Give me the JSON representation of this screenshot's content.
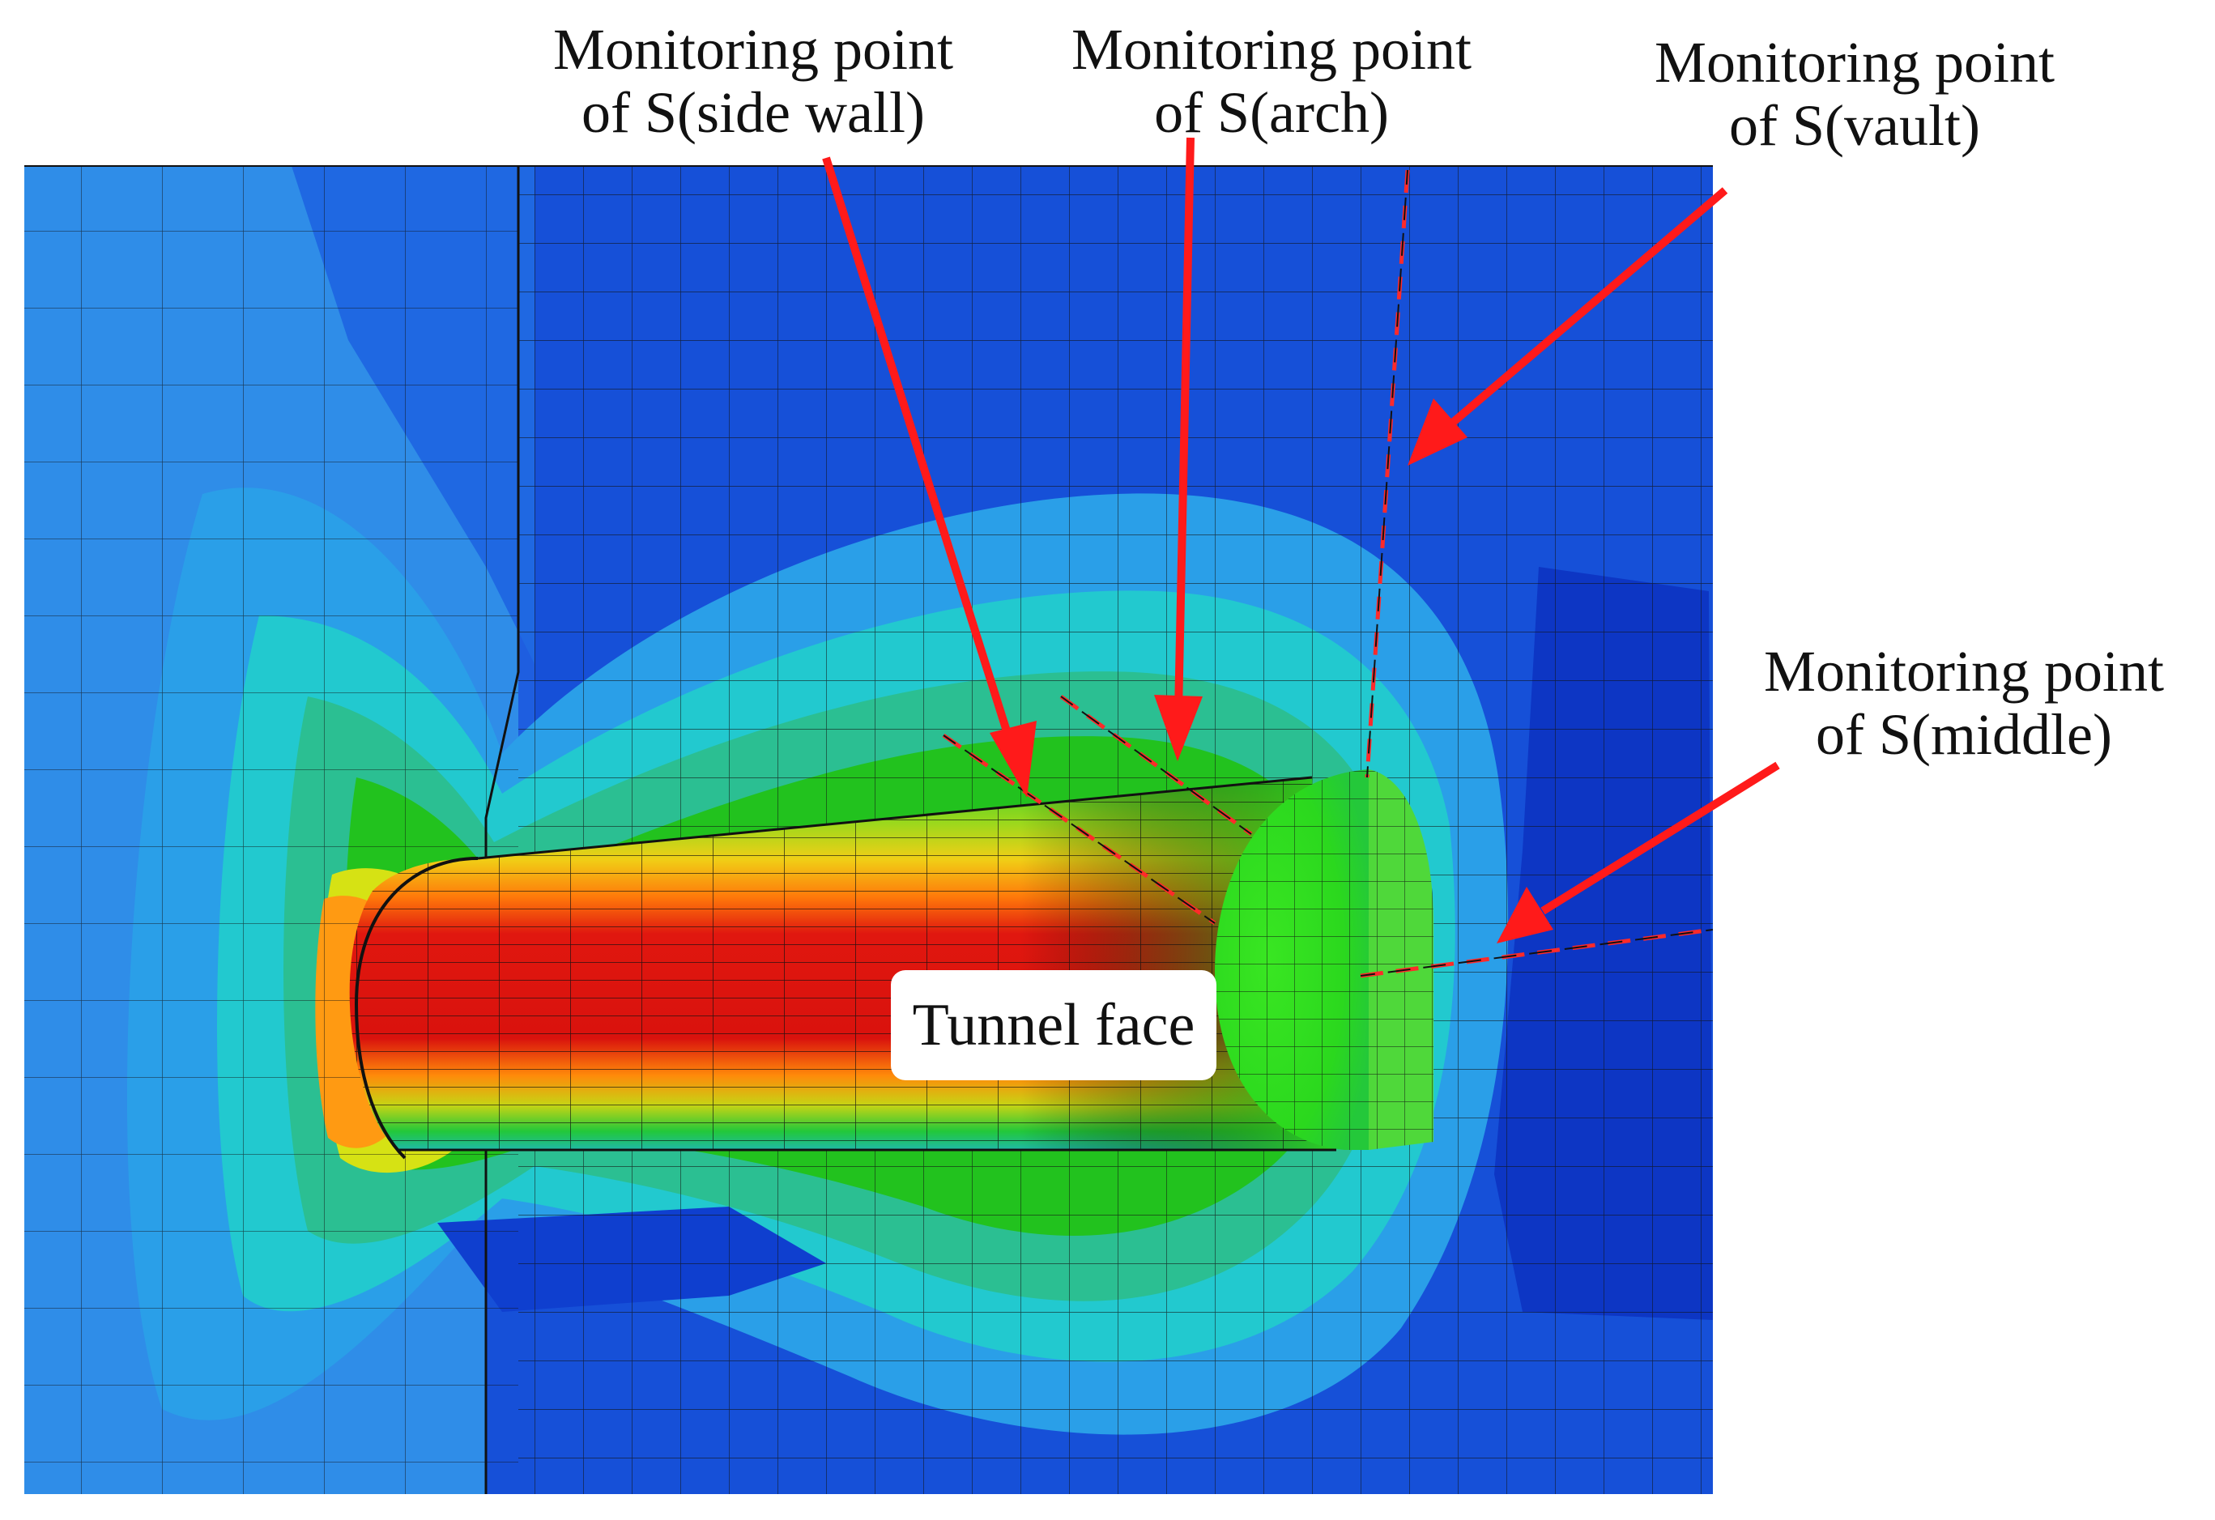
{
  "callouts": {
    "side_wall": {
      "line1": "Monitoring point",
      "line2": "of S(side wall)"
    },
    "arch": {
      "line1": "Monitoring point",
      "line2": "of S(arch)"
    },
    "vault": {
      "line1": "Monitoring point",
      "line2": "of S(vault)"
    },
    "middle": {
      "line1": "Monitoring point",
      "line2": "of S(middle)"
    }
  },
  "tunnel_face_label": "Tunnel face",
  "colors": {
    "arrow": "#ff1a1a",
    "dashed_line_dark": "#111111",
    "dashed_line_red": "#ff2a2a",
    "contour_deep_blue": "#0b3cc9",
    "contour_blue": "#1e5ee0",
    "contour_light_blue": "#2d8ee8",
    "contour_cyan": "#1fd0d0",
    "contour_teal": "#23b9a0",
    "contour_green": "#1ec81e",
    "contour_yellow": "#f0e414",
    "contour_orange": "#ff8a0a",
    "contour_red": "#e00f0f",
    "mesh_line": "#111111"
  }
}
